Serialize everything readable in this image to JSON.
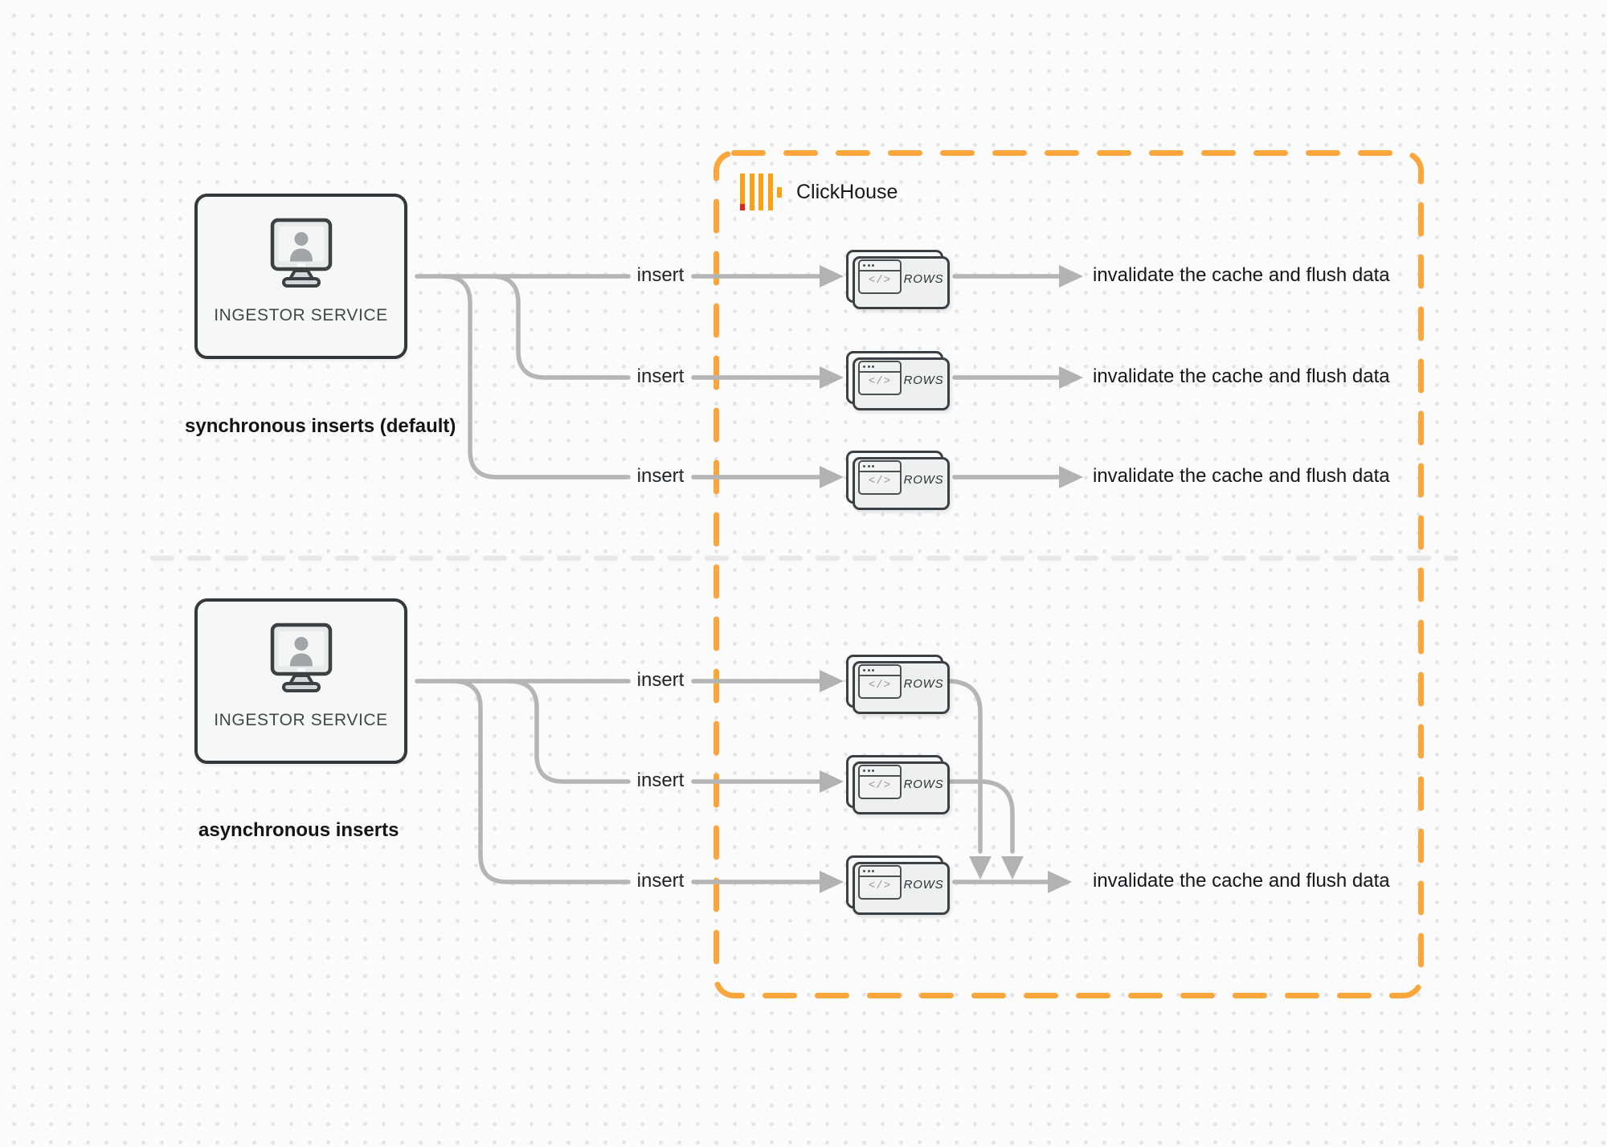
{
  "clickhouse_label": "ClickHouse",
  "card_icon_glyph": "</>",
  "sections": {
    "sync": {
      "service_label": "INGESTOR SERVICE",
      "caption": "synchronous inserts (default)",
      "inserts": [
        "insert",
        "insert",
        "insert"
      ],
      "cards": [
        "ROWS",
        "ROWS",
        "ROWS"
      ],
      "results": [
        "invalidate the cache and flush data",
        "invalidate the cache and flush data",
        "invalidate the cache and flush data"
      ]
    },
    "async": {
      "service_label": "INGESTOR SERVICE",
      "caption": "asynchronous inserts",
      "inserts": [
        "insert",
        "insert",
        "insert"
      ],
      "cards": [
        "ROWS",
        "ROWS",
        "ROWS"
      ],
      "result": "invalidate the cache and flush data"
    }
  },
  "colors": {
    "accent_orange": "#F9A63C",
    "logo_yellow": "#F9A217",
    "logo_red": "#E8221A",
    "connector_gray": "#B5B5B5",
    "divider_gray": "#E7E8E9"
  }
}
